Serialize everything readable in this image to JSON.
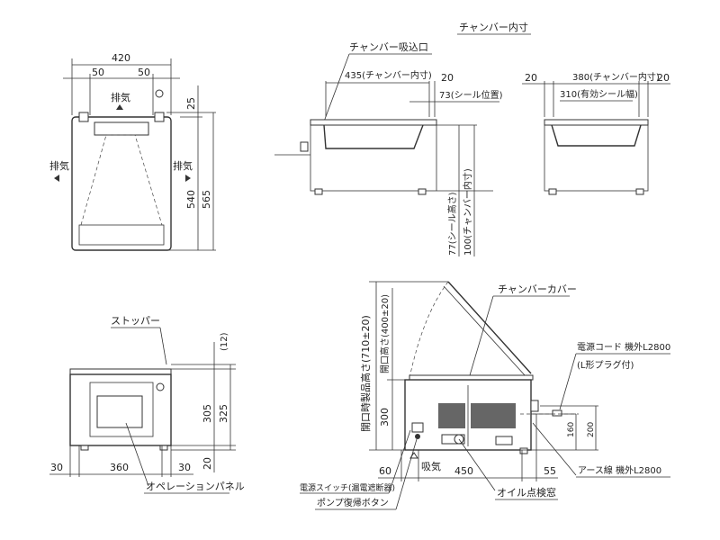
{
  "title": "チャンバー内寸",
  "top_view": {
    "width": "420",
    "margin_left": "50",
    "margin_right": "50",
    "top_offset": "25",
    "depth": "540",
    "total_depth": "565",
    "exhaust_top": "排気",
    "exhaust_left": "排気",
    "exhaust_right": "排気"
  },
  "side_section": {
    "intake_label": "チャンバー吸込口",
    "inner_length": "435(チャンバー内寸)",
    "offset": "20",
    "seal_position": "73(シール位置)",
    "seal_height": "77(シール高さ)",
    "inner_height": "100(チャンバー内寸)"
  },
  "front_section": {
    "left": "20",
    "inner_width": "380(チャンバー内寸)",
    "right": "20",
    "seal_width": "310(有効シール幅)"
  },
  "front_view": {
    "stopper": "ストッパー",
    "lid": "(12)",
    "height_a": "305",
    "height_b": "325",
    "foot": "20",
    "left": "30",
    "width": "360",
    "right": "30",
    "panel": "オペレーションパネル"
  },
  "side_view": {
    "cover": "チャンバーカバー",
    "open_total": "開口時製品高さ(710±20)",
    "open_height": "開口高さ(400±20)",
    "body_height": "300",
    "cord": "電源コード 機外L2800",
    "plug": "(L形プラグ付)",
    "h160": "160",
    "h200": "200",
    "intake": "吸気",
    "d60": "60",
    "d450": "450",
    "d55": "55",
    "earth": "アース線 機外L2800",
    "switch": "電源スイッチ(漏電遮断器)",
    "pump": "ポンプ復帰ボタン",
    "oil": "オイル点検窓"
  }
}
